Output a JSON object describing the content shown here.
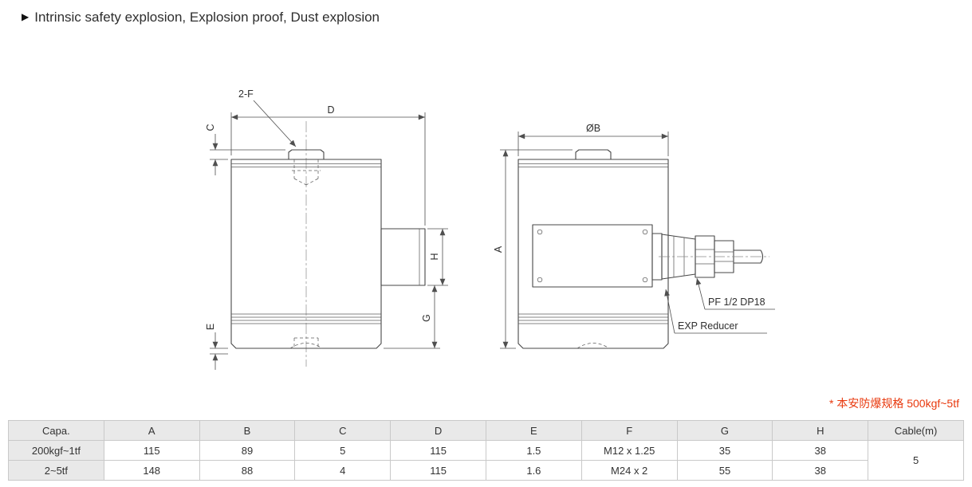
{
  "colors": {
    "note-red": "#e8380d",
    "table-header-bg": "#e9e9e9",
    "table-border": "#c9c9c9"
  },
  "header": {
    "bullet": "▶",
    "features": "Intrinsic safety explosion, Explosion proof, Dust explosion"
  },
  "note": {
    "text": "* 本安防爆规格 500kgf~5tf"
  },
  "drawing": {
    "side_view": {
      "label_2f": "2-F",
      "label_d": "D",
      "label_c": "C",
      "label_h": "H",
      "label_g": "G",
      "label_e": "E"
    },
    "front_view": {
      "label_ob": "ØB",
      "label_a": "A",
      "label_pf": "PF 1/2 DP18",
      "label_exp": "EXP Reducer"
    }
  },
  "table": {
    "headers": [
      "Capa.",
      "A",
      "B",
      "C",
      "D",
      "E",
      "F",
      "G",
      "H",
      "Cable(m)"
    ],
    "rows": [
      {
        "capa": "200kgf~1tf",
        "A": "115",
        "B": "89",
        "C": "5",
        "D": "115",
        "E": "1.5",
        "F": "M12 x 1.25",
        "G": "35",
        "H": "38"
      },
      {
        "capa": "2~5tf",
        "A": "148",
        "B": "88",
        "C": "4",
        "D": "115",
        "E": "1.6",
        "F": "M24 x 2",
        "G": "55",
        "H": "38"
      }
    ],
    "cable_m": "5"
  }
}
